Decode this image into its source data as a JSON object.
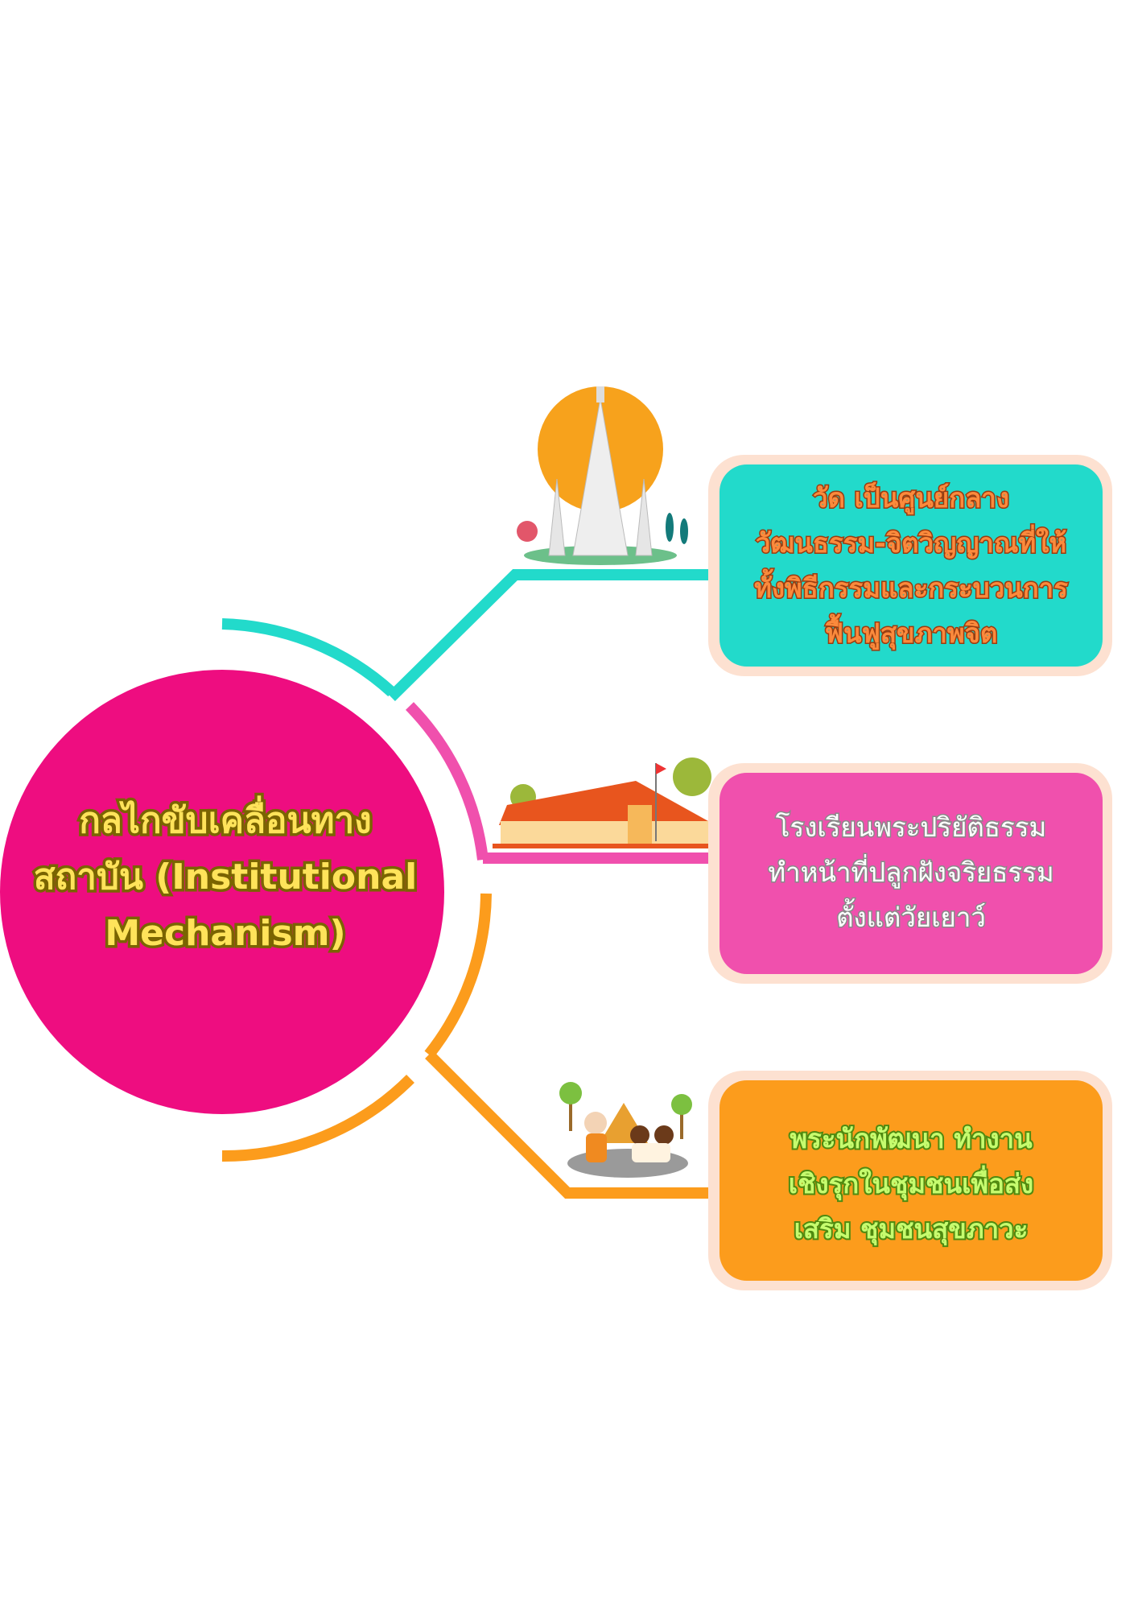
{
  "center": {
    "title_lines": [
      "กลไกขับเคลื่อนทาง",
      "สถาบัน (Institutional",
      "Mechanism)"
    ]
  },
  "branches": [
    {
      "lines": [
        "วัด เป็นศูนย์กลาง",
        "วัฒนธรรม-จิตวิญญาณที่ให้",
        "ทั้งพิธีกรรมและกระบวนการ",
        "ฟื้นฟูสุขภาพจิต"
      ],
      "icon": "temple-icon",
      "color": "#22dacb"
    },
    {
      "lines": [
        "โรงเรียนพระปริยัติธรรม",
        "ทำหน้าที่ปลูกฝังจริยธรรม",
        "ตั้งแต่วัยเยาว์"
      ],
      "icon": "school-icon",
      "color": "#f050ad"
    },
    {
      "lines": [
        "พระนักพัฒนา ทำงาน",
        "เชิงรุกในชุมชนเพื่อส่ง",
        "เสริม ชุมชนสุขภาวะ"
      ],
      "icon": "community-icon",
      "color": "#fc9c1c"
    }
  ],
  "colors": {
    "center": "#ee0d80",
    "box_border": "#fde1d1"
  }
}
